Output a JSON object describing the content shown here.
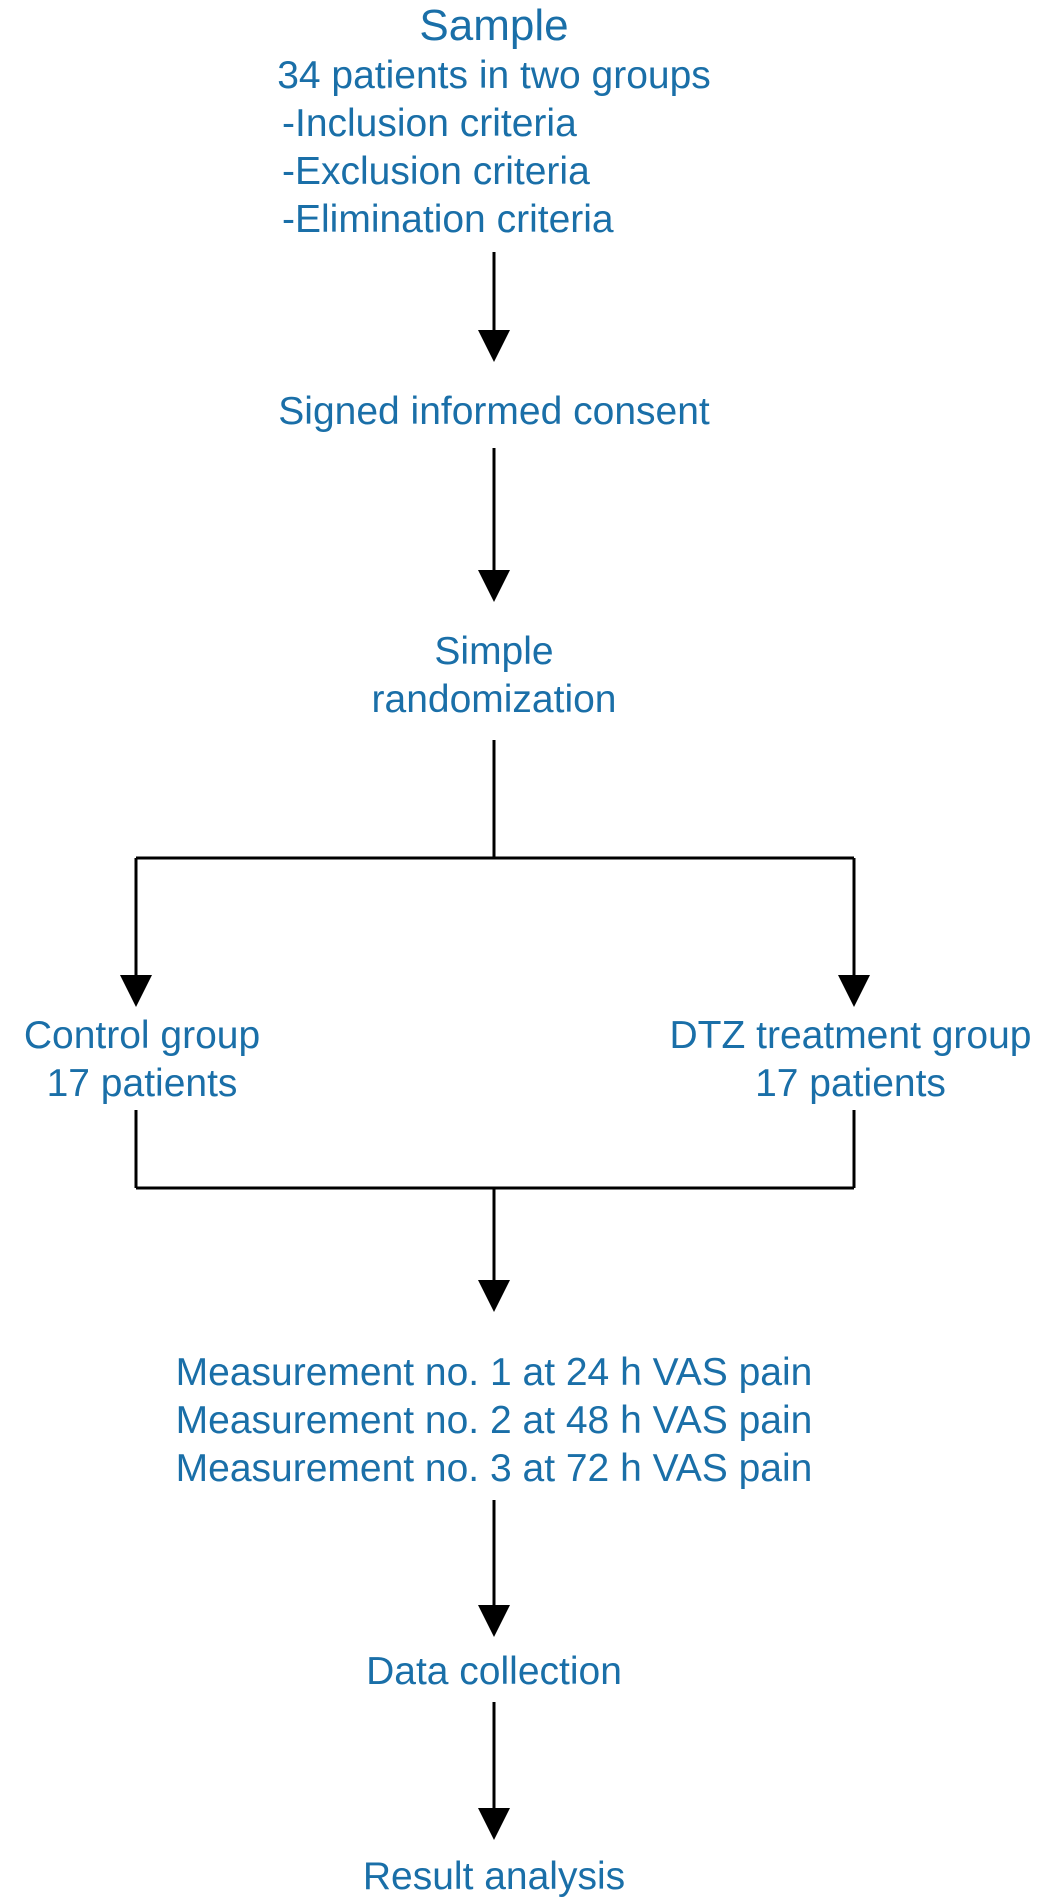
{
  "sample": {
    "title": "Sample",
    "subtitle": "34 patients in two groups",
    "criteria": [
      "-Inclusion criteria",
      "-Exclusion criteria",
      "-Elimination criteria"
    ]
  },
  "consent": "Signed informed consent",
  "randomization": [
    "Simple",
    "randomization"
  ],
  "control_group": {
    "name": "Control group",
    "count": "17 patients"
  },
  "treatment_group": {
    "name": "DTZ treatment group",
    "count": "17 patients"
  },
  "measurements": [
    "Measurement no. 1 at 24 h VAS pain",
    "Measurement no. 2 at 48 h VAS pain",
    "Measurement no. 3 at 72 h VAS pain"
  ],
  "data_collection": "Data collection",
  "result_analysis": "Result analysis",
  "colors": {
    "text": "#1a6fa8",
    "line": "#000000"
  }
}
